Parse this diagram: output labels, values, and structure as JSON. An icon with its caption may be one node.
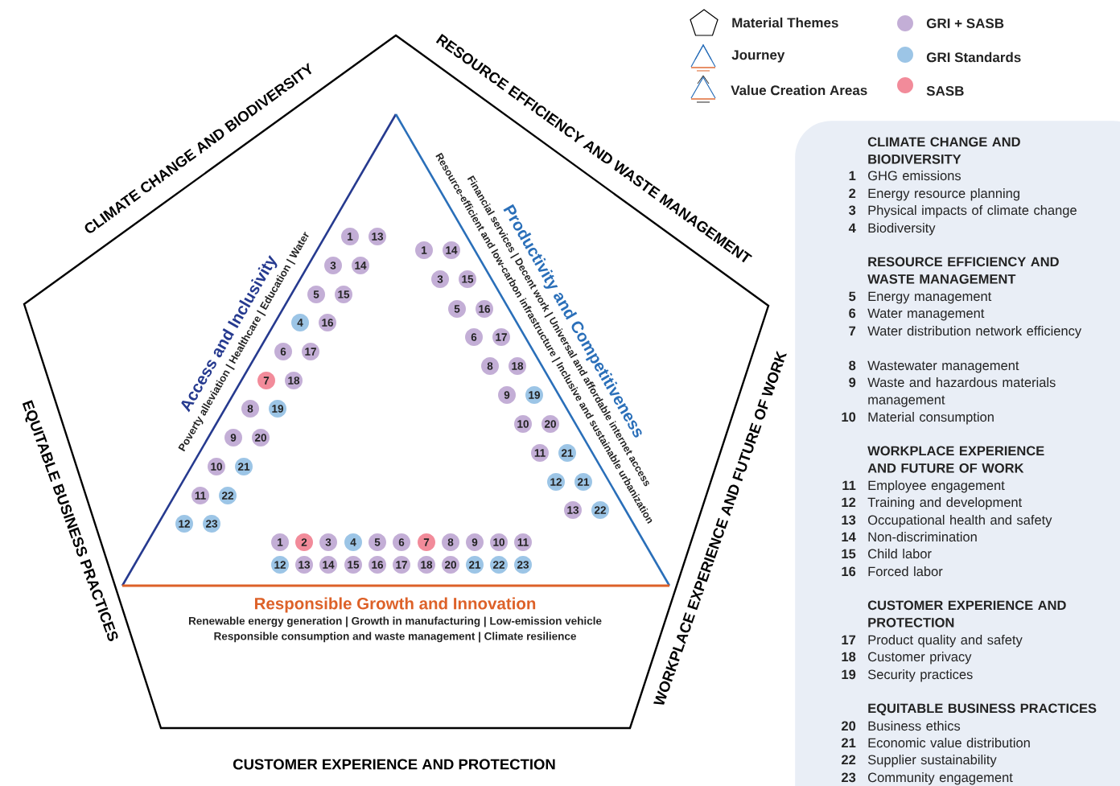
{
  "diagram": {
    "nodes": [
      {
        "text": [
          "CLIMATE CHANGE AND BIODIVERSITY",
          "1",
          "GHG emissions",
          "2",
          "Energy resource planning",
          "3",
          "Physical impacts of climate change",
          "4",
          "Biodiversity",
          "RESOURCE EFFICIENCY AND WASTE MANAGEMENT",
          "5",
          "Energy management",
          "6",
          "Water management",
          "7",
          "Water distribution network efficiency",
          "8",
          "Wastewater management",
          "9",
          "Waste and hazardous materials management",
          "10",
          "Material consumption",
          "WORKPLACE EXPERIENCE AND FUTURE OF WORK",
          "11",
          "Employee engagement",
          "12",
          "Training and development",
          "13",
          "Occupational health and safety",
          "14",
          "Non-discrimination",
          "15",
          "Child labor",
          "16",
          "Forced labor",
          "CUSTOMER EXPERIENCE AND PROTECTION",
          "17",
          "Product quality and safety",
          "18",
          "Customer privacy",
          "19",
          "Security practices",
          "EQUITABLE BUSINESS PRACTICES",
          "20",
          "Business ethics",
          "21",
          "Economic value distribution",
          "22",
          "Supplier sustainability",
          "23",
          "Community engagement"
        ]
      },
      {
        "text": [
          "1"
        ]
      },
      {
        "text": [
          "13"
        ]
      },
      {
        "text": [
          "3"
        ]
      },
      {
        "text": [
          "14"
        ]
      },
      {
        "text": [
          "5"
        ]
      },
      {
        "text": [
          "15"
        ]
      },
      {
        "text": [
          "4"
        ]
      },
      {
        "text": [
          "16"
        ]
      },
      {
        "text": [
          "6"
        ]
      },
      {
        "text": [
          "17"
        ]
      },
      {
        "text": [
          "7"
        ]
      },
      {
        "text": [
          "18"
        ]
      },
      {
        "text": [
          "8"
        ]
      },
      {
        "text": [
          "19"
        ]
      },
      {
        "text": [
          "9"
        ]
      },
      {
        "text": [
          "20"
        ]
      },
      {
        "text": [
          "10"
        ]
      },
      {
        "text": [
          "21"
        ]
      },
      {
        "text": [
          "11"
        ]
      },
      {
        "text": [
          "22"
        ]
      },
      {
        "text": [
          "12"
        ]
      },
      {
        "text": [
          "23"
        ]
      },
      {
        "text": [
          "1"
        ]
      },
      {
        "text": [
          "14"
        ]
      },
      {
        "text": [
          "3"
        ]
      },
      {
        "text": [
          "15"
        ]
      },
      {
        "text": [
          "5"
        ]
      },
      {
        "text": [
          "16"
        ]
      },
      {
        "text": [
          "6"
        ]
      },
      {
        "text": [
          "17"
        ]
      },
      {
        "text": [
          "8"
        ]
      },
      {
        "text": [
          "18"
        ]
      },
      {
        "text": [
          "9"
        ]
      },
      {
        "text": [
          "19"
        ]
      },
      {
        "text": [
          "10"
        ]
      },
      {
        "text": [
          "20"
        ]
      },
      {
        "text": [
          "11"
        ]
      },
      {
        "text": [
          "21"
        ]
      },
      {
        "text": [
          "12"
        ]
      },
      {
        "text": [
          "21"
        ]
      },
      {
        "text": [
          "13"
        ]
      },
      {
        "text": [
          "22"
        ]
      },
      {
        "text": [
          "1"
        ]
      },
      {
        "text": [
          "2"
        ]
      },
      {
        "text": [
          "3"
        ]
      },
      {
        "text": [
          "4"
        ]
      },
      {
        "text": [
          "5"
        ]
      },
      {
        "text": [
          "6"
        ]
      },
      {
        "text": [
          "7"
        ]
      },
      {
        "text": [
          "8"
        ]
      },
      {
        "text": [
          "9"
        ]
      },
      {
        "text": [
          "10"
        ]
      },
      {
        "text": [
          "11"
        ]
      },
      {
        "text": [
          "12"
        ]
      },
      {
        "text": [
          "13"
        ]
      },
      {
        "text": [
          "14"
        ]
      },
      {
        "text": [
          "15"
        ]
      },
      {
        "text": [
          "16"
        ]
      },
      {
        "text": [
          "17"
        ]
      },
      {
        "text": [
          "18"
        ]
      },
      {
        "text": [
          "20"
        ]
      },
      {
        "text": [
          "21"
        ]
      },
      {
        "text": [
          "22"
        ]
      },
      {
        "text": [
          "23"
        ]
      }
    ],
    "labels": [
      "CLIMATE CHANGE AND BIODIVERSITY",
      "RESOURCE EFFICIENCY AND WASTE MANAGEMENT",
      "EQUITABLE BUSINESS PRACTICES",
      "WORKPLACE EXPERIENCE AND FUTURE OF WORK",
      "Access and Inclusivity",
      "Poverty alleviation | Healthcare | Education | Water",
      "Productivity and Competitiveness",
      "Financial services | Decent work | Universal and affordable internet access",
      "Resource-efficient and low-carbon infrastructure | Inclusive and sustainable urbanization",
      "Responsible Growth and Innovation",
      "Renewable energy generation | Growth in manufacturing | Low-emission vehicle",
      "Responsible consumption and waste management | Climate resilience",
      "CUSTOMER EXPERIENCE AND PROTECTION"
    ],
    "legend": [
      {
        "text": "Material Themes"
      },
      {
        "text": "Journey"
      },
      {
        "text": "Value Creation Areas"
      },
      {
        "text": "GRI + SASB",
        "color": "#c3aed6"
      },
      {
        "text": "GRI Standards",
        "color": "#9cc5e6"
      },
      {
        "text": "SASB",
        "color": "#f28b9a"
      }
    ]
  }
}
